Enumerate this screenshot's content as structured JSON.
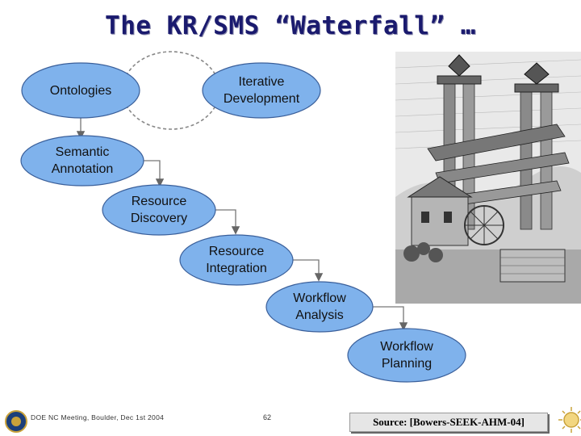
{
  "title": "The KR/SMS “Waterfall” …",
  "nodes": {
    "ontologies": "Ontologies",
    "iterative": "Iterative\nDevelopment",
    "semantic": "Semantic\nAnnotation",
    "discovery": "Resource\nDiscovery",
    "integration": "Resource\nIntegration",
    "workflow_analysis": "Workflow\nAnalysis",
    "workflow_planning": "Workflow\nPlanning"
  },
  "footer": {
    "meeting": "DOE NC Meeting, Boulder, Dec 1st 2004",
    "page": "62",
    "source": "Source: [Bowers-SEEK-AHM-04]"
  },
  "colors": {
    "node_fill": "#7fb2ec",
    "node_stroke": "#3a5f9a",
    "title": "#1a1a6e"
  }
}
